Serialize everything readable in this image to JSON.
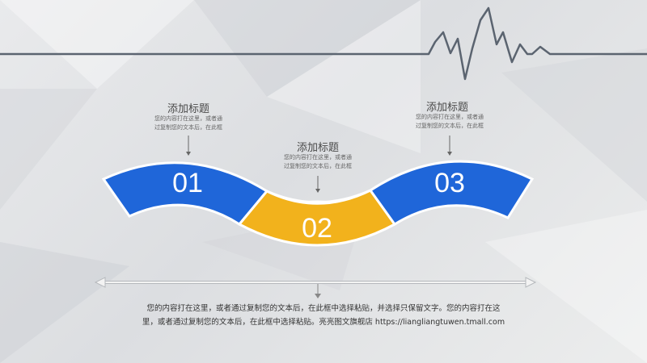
{
  "steps": [
    {
      "number": "01",
      "title": "添加标题",
      "desc_line1": "您的内容打在这里，或者通",
      "desc_line2": "过复制您的文本后，在此框"
    },
    {
      "number": "02",
      "title": "添加标题",
      "desc_line1": "您的内容打在这里，或者通",
      "desc_line2": "过复制您的文本后，在此框"
    },
    {
      "number": "03",
      "title": "添加标题",
      "desc_line1": "您的内容打在这里，或者通",
      "desc_line2": "过复制您的文本后，在此框"
    }
  ],
  "footer": {
    "line1": "您的内容打在这里，或者通过复制您的文本后，在此框中选择粘贴，并选择只保留文字。您的内容打在这",
    "line2": "里，或者通过复制您的文本后，在此框中选择粘贴。亮亮图文旗舰店 https://liangliangtuwen.tmall.com"
  },
  "colors": {
    "blue": "#1f66d9",
    "yellow": "#f2b21c",
    "line": "#5b6470"
  }
}
